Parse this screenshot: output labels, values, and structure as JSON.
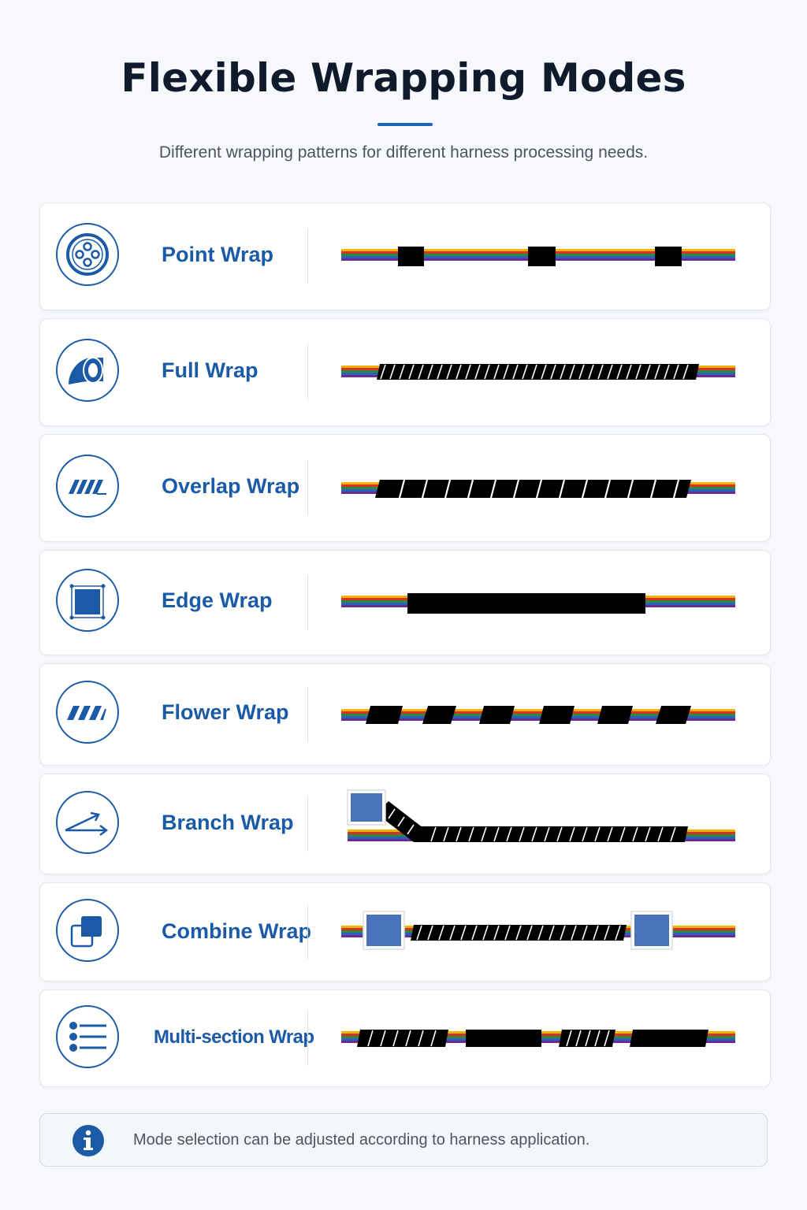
{
  "header": {
    "title": "Flexible Wrapping Modes",
    "subtitle": "Different wrapping patterns for different harness processing needs."
  },
  "colors": {
    "accent": "#1b5aa6",
    "tape": "#000000",
    "connector": "#4a74b9",
    "wire_stripes": [
      "#f0b400",
      "#d8332a",
      "#2e8b3d",
      "#2d5ec0",
      "#6a2c91"
    ]
  },
  "modes": [
    {
      "label": "Point Wrap",
      "icon": "tape-dots-icon"
    },
    {
      "label": "Full Wrap",
      "icon": "tape-roll-icon"
    },
    {
      "label": "Overlap Wrap",
      "icon": "overlap-stripes-icon"
    },
    {
      "label": "Edge Wrap",
      "icon": "square-frame-icon"
    },
    {
      "label": "Flower Wrap",
      "icon": "spaced-stripes-icon"
    },
    {
      "label": "Branch Wrap",
      "icon": "branch-arrow-icon"
    },
    {
      "label": "Combine Wrap",
      "icon": "stacked-squares-icon"
    },
    {
      "label": "Multi-section Wrap",
      "icon": "list-lines-icon"
    }
  ],
  "footer": {
    "note": "Mode selection can be adjusted according to harness application.",
    "icon": "info-icon"
  }
}
